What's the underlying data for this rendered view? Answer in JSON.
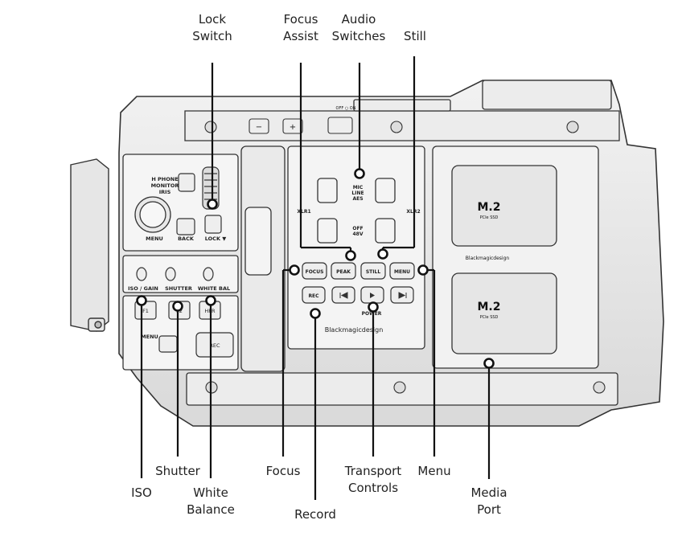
{
  "callouts": {
    "lock_switch": [
      "Lock",
      "Switch"
    ],
    "focus_assist": [
      "Focus",
      "Assist"
    ],
    "audio_switches": [
      "Audio",
      "Switches"
    ],
    "still": "Still",
    "shutter": "Shutter",
    "iso": "ISO",
    "white_balance": [
      "White",
      "Balance"
    ],
    "focus": "Focus",
    "record": "Record",
    "transport_controls": [
      "Transport",
      "Controls"
    ],
    "menu": "Menu",
    "media_port": [
      "Media",
      "Port"
    ]
  },
  "panel_labels": {
    "headphone_line1": "H PHONE",
    "headphone_line2": "MONITOR",
    "headphone_line3": "IRIS",
    "menu": "MENU",
    "back": "BACK",
    "lock": "LOCK ▼",
    "iso_gain": "ISO / GAIN",
    "shutter": "SHUTTER",
    "white_bal": "WHITE BAL",
    "f1": "F1",
    "f2": "F2",
    "hfr": "HFR",
    "menu_small": "MENU",
    "rec_side": "REC",
    "xlr1": "XLR1",
    "xlr2": "XLR2",
    "mic": "MIC",
    "line": "LINE",
    "aes": "AES",
    "off": "OFF",
    "v48": "48V",
    "focus_btn": "FOCUS",
    "peak_btn": "PEAK",
    "still_btn": "STILL",
    "menu_btn": "MENU",
    "rec_btn": "REC",
    "power": "POWER",
    "brand": "Blackmagicdesign",
    "off_on": "OFF ○ ON",
    "m2": "M.2",
    "pcie": "PCIe SSD"
  }
}
